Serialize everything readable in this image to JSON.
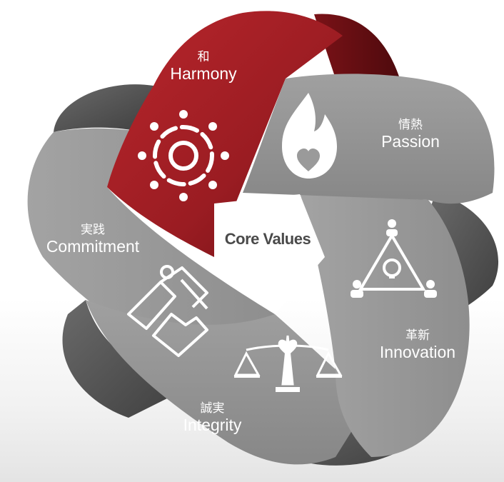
{
  "center": {
    "title": "Core Values"
  },
  "values": {
    "harmony": {
      "jp": "和",
      "en": "Harmony",
      "icon": "people-circle-icon"
    },
    "passion": {
      "jp": "情熱",
      "en": "Passion",
      "icon": "flame-heart-icon"
    },
    "innovation": {
      "jp": "革新",
      "en": "Innovation",
      "icon": "lightbulb-team-icon"
    },
    "integrity": {
      "jp": "誠実",
      "en": "Integrity",
      "icon": "balance-scale-icon"
    },
    "commitment": {
      "jp": "実践",
      "en": "Commitment",
      "icon": "handshake-icon"
    }
  },
  "colors": {
    "harmony_band": "#a51f25",
    "band_light": "#9d9d9d",
    "band_dark": "#555555",
    "center_text": "#4a4a4a"
  }
}
